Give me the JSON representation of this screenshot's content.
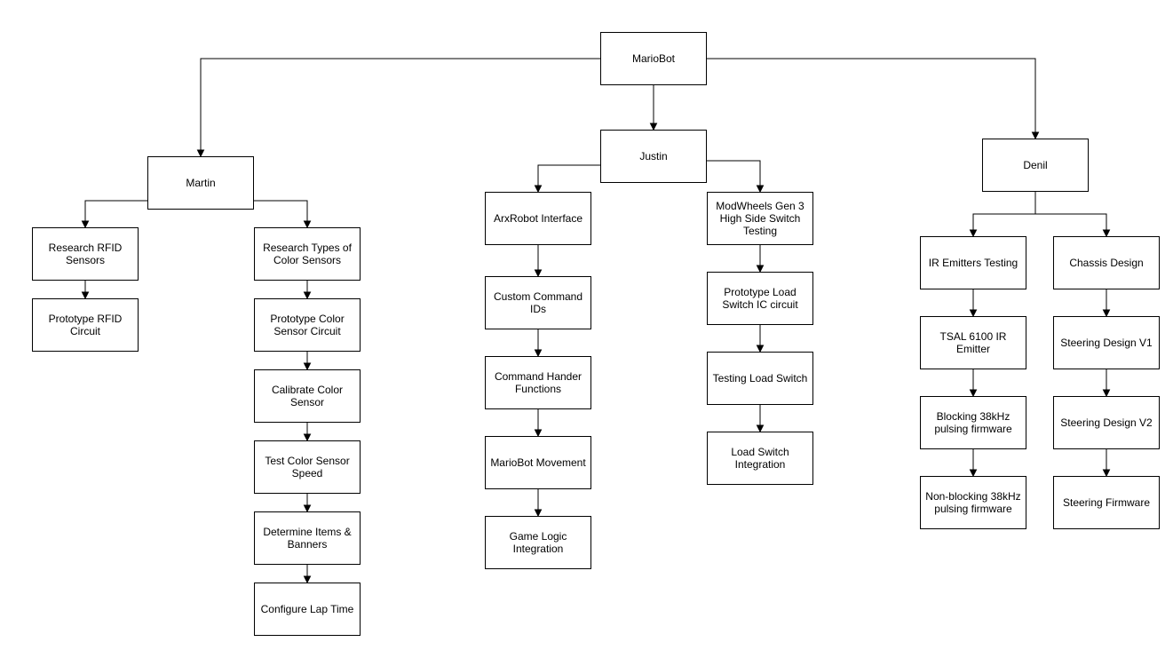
{
  "nodes": {
    "mariobot": "MarioBot",
    "martin": "Martin",
    "justin": "Justin",
    "denil": "Denil",
    "research_rfid": "Research RFID\nSensors",
    "prototype_rfid": "Prototype RFID\nCircuit",
    "research_color": "Research Types of\nColor Sensors",
    "prototype_color": "Prototype Color\nSensor Circuit",
    "calibrate_color": "Calibrate Color\nSensor",
    "test_color_speed": "Test Color Sensor\nSpeed",
    "determine_items": "Determine Items &\nBanners",
    "configure_lap": "Configure Lap Time",
    "arxrobot": "ArxRobot Interface",
    "custom_ids": "Custom Command\nIDs",
    "command_handler": "Command Hander\nFunctions",
    "mariobot_movement": "MarioBot Movement",
    "game_logic": "Game Logic\nIntegration",
    "modwheels": "ModWheels Gen 3\nHigh Side Switch\nTesting",
    "prototype_load": "Prototype Load\nSwitch IC circuit",
    "testing_load": "Testing Load Switch",
    "load_integration": "Load Switch\nIntegration",
    "ir_emitters": "IR Emitters Testing",
    "tsal": "TSAL 6100 IR Emitter",
    "blocking": "Blocking 38kHz\npulsing firmware",
    "nonblocking": "Non-blocking 38kHz\npulsing firmware",
    "chassis": "Chassis Design",
    "steering_v1": "Steering Design V1",
    "steering_v2": "Steering Design V2",
    "steering_fw": "Steering Firmware"
  }
}
